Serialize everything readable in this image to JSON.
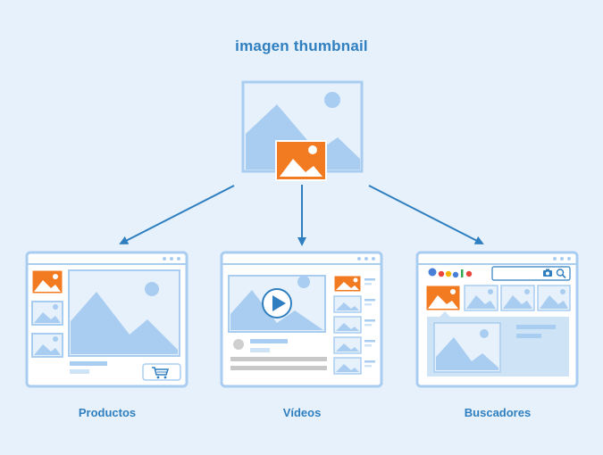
{
  "title": "imagen thumbnail",
  "labels": {
    "products": "Productos",
    "videos": "Vídeos",
    "search": "Buscadores"
  },
  "colors": {
    "background": "#e6f1fb",
    "accent_blue": "#2f7fc0",
    "frame_blue": "#a9cdf0",
    "light_blue": "#cfe3f6",
    "thumbnail_orange": "#f27b22",
    "text_gray": "#c8c8c8"
  },
  "icons": {
    "main_image": "image-icon",
    "thumbnail": "image-icon",
    "cart": "shopping-cart-icon",
    "play": "play-icon",
    "camera": "camera-icon",
    "search": "search-icon"
  }
}
